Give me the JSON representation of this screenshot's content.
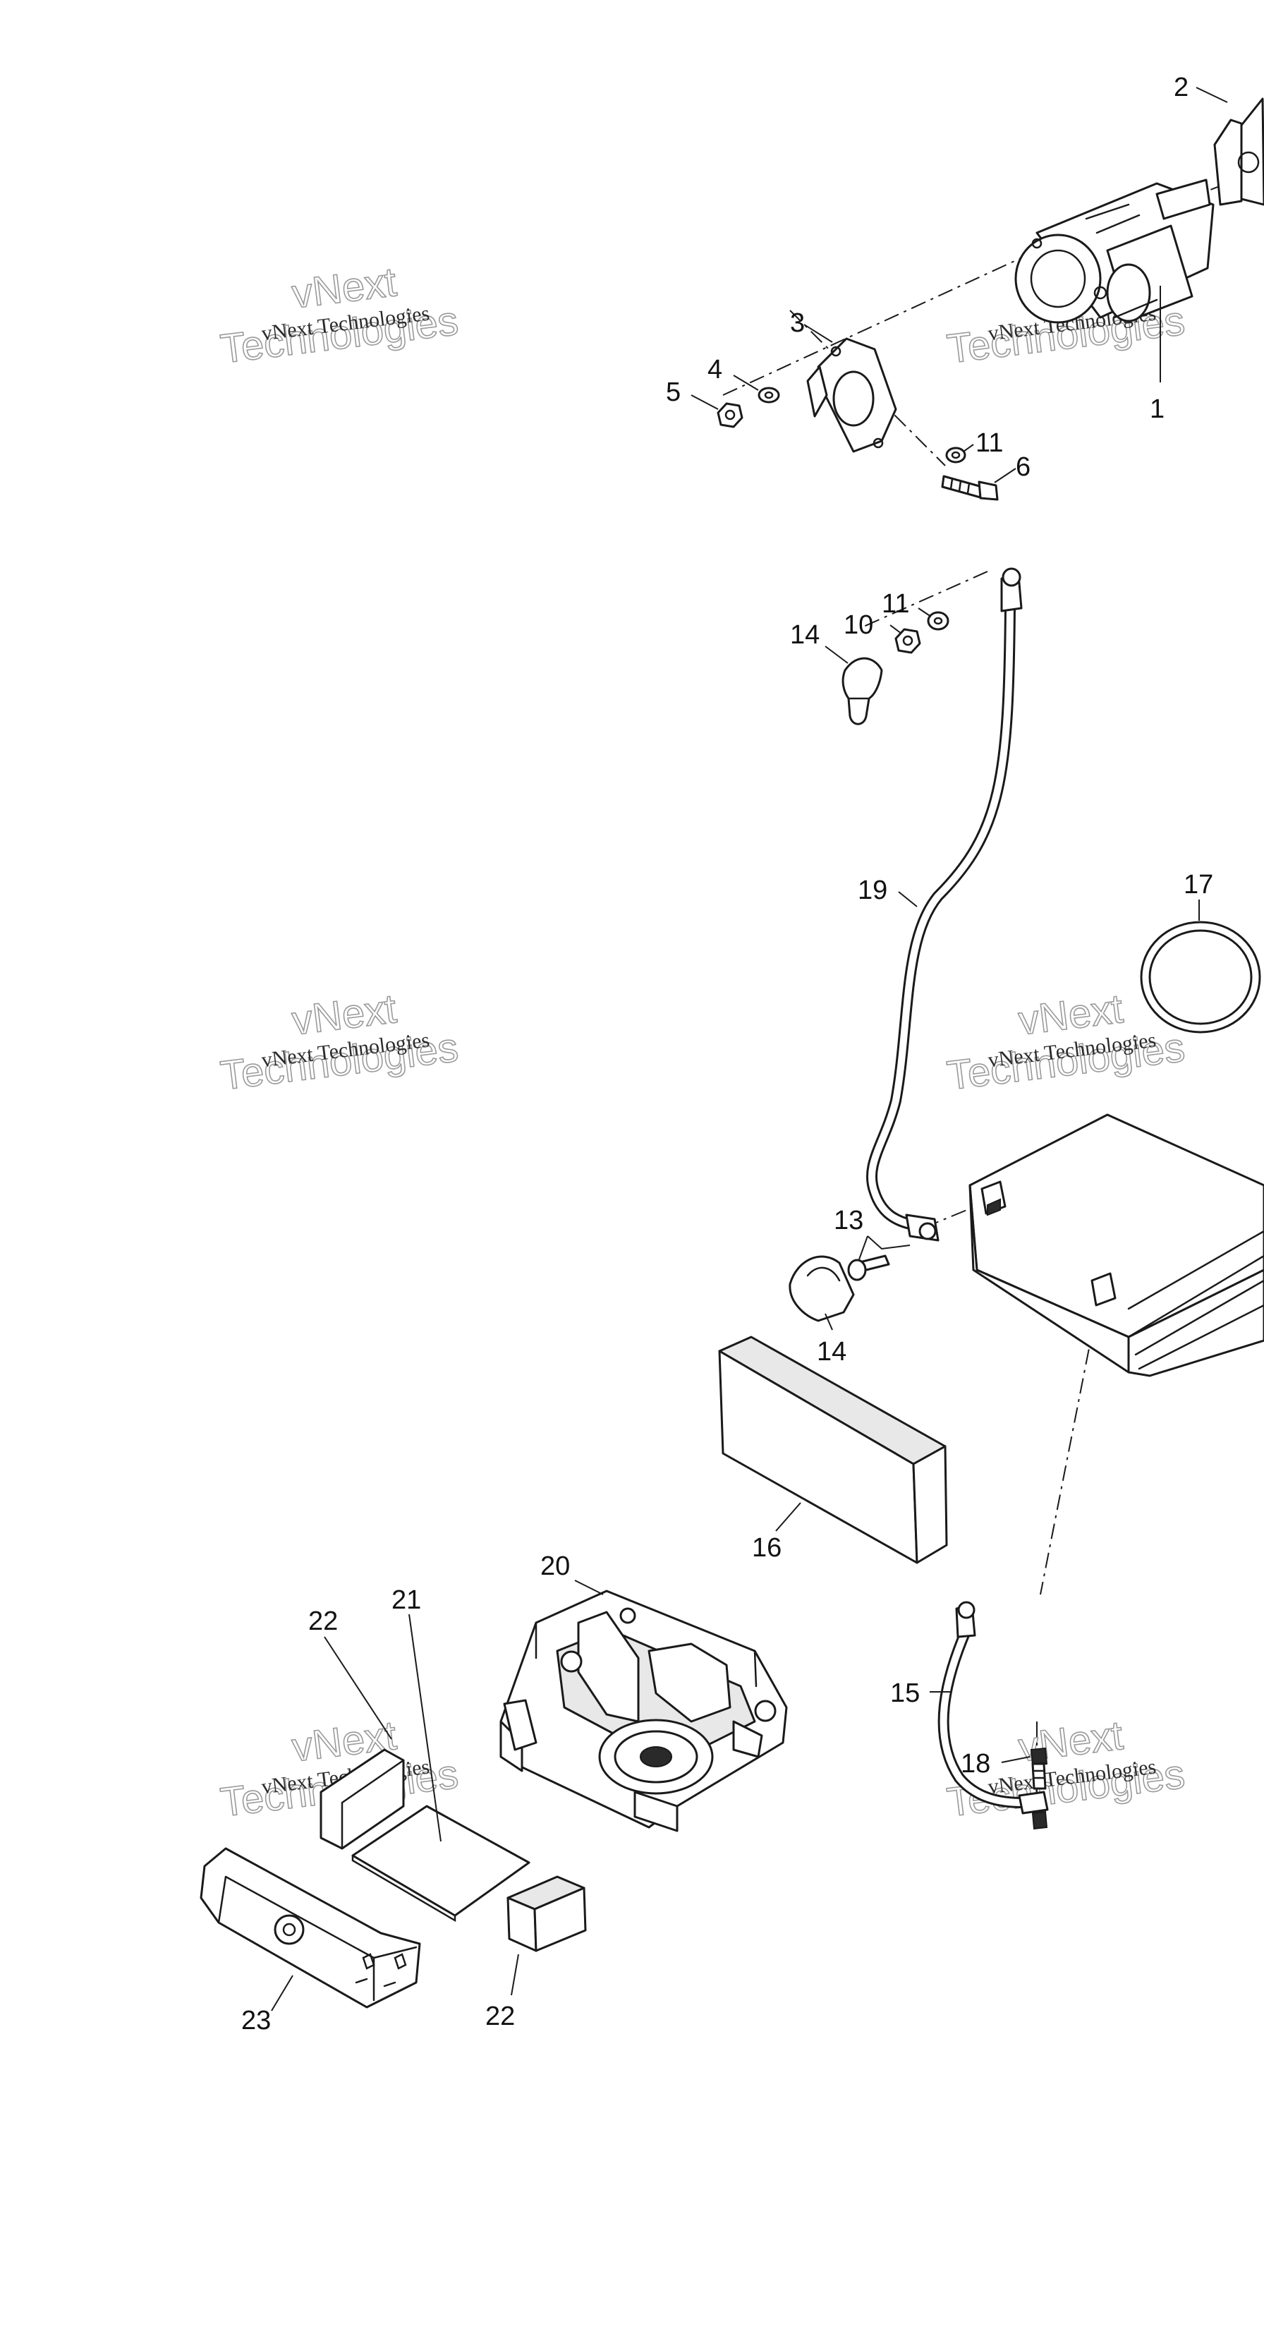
{
  "callouts": {
    "c1": "1",
    "c2": "2",
    "c3": "3",
    "c4": "4",
    "c5": "5",
    "c6": "6",
    "c10": "10",
    "c11a": "11",
    "c11b": "11",
    "c13": "13",
    "c14a": "14",
    "c14b": "14",
    "c15": "15",
    "c16": "16",
    "c17": "17",
    "c18": "18",
    "c19": "19",
    "c20": "20",
    "c21": "21",
    "c22a": "22",
    "c22b": "22",
    "c23": "23"
  },
  "watermark": {
    "brand": "vNext Technologies",
    "line1": "vNext",
    "line2": "Technologies"
  }
}
